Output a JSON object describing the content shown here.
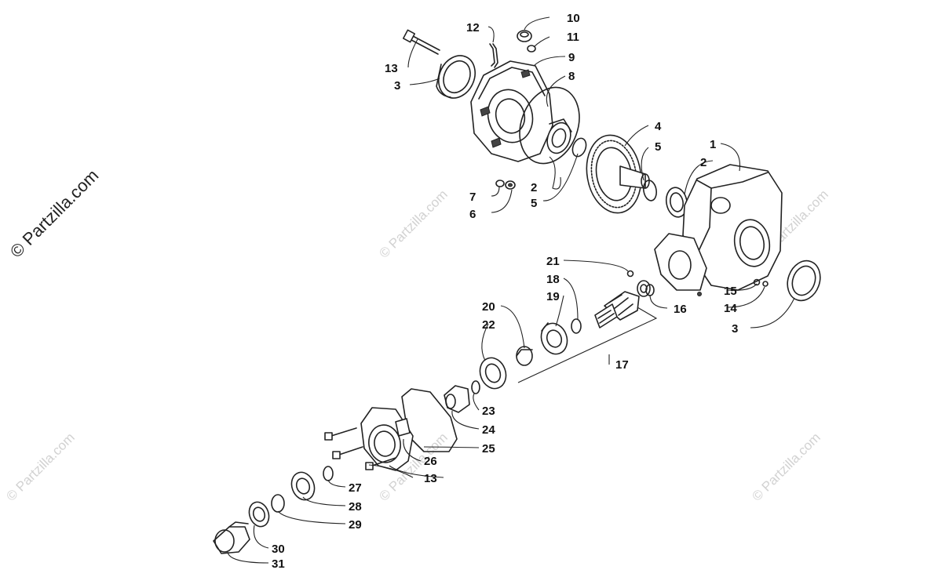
{
  "copyright": "© Partzilla.com",
  "watermark": "© Partzilla.com",
  "callouts": [
    {
      "n": "1"
    },
    {
      "n": "2"
    },
    {
      "n": "2"
    },
    {
      "n": "3"
    },
    {
      "n": "3"
    },
    {
      "n": "4"
    },
    {
      "n": "5"
    },
    {
      "n": "5"
    },
    {
      "n": "6"
    },
    {
      "n": "7"
    },
    {
      "n": "8"
    },
    {
      "n": "9"
    },
    {
      "n": "10"
    },
    {
      "n": "11"
    },
    {
      "n": "12"
    },
    {
      "n": "13"
    },
    {
      "n": "13"
    },
    {
      "n": "14"
    },
    {
      "n": "15"
    },
    {
      "n": "16"
    },
    {
      "n": "17"
    },
    {
      "n": "18"
    },
    {
      "n": "19"
    },
    {
      "n": "20"
    },
    {
      "n": "21"
    },
    {
      "n": "22"
    },
    {
      "n": "23"
    },
    {
      "n": "24"
    },
    {
      "n": "25"
    },
    {
      "n": "26"
    },
    {
      "n": "27"
    },
    {
      "n": "28"
    },
    {
      "n": "29"
    },
    {
      "n": "30"
    },
    {
      "n": "31"
    }
  ]
}
